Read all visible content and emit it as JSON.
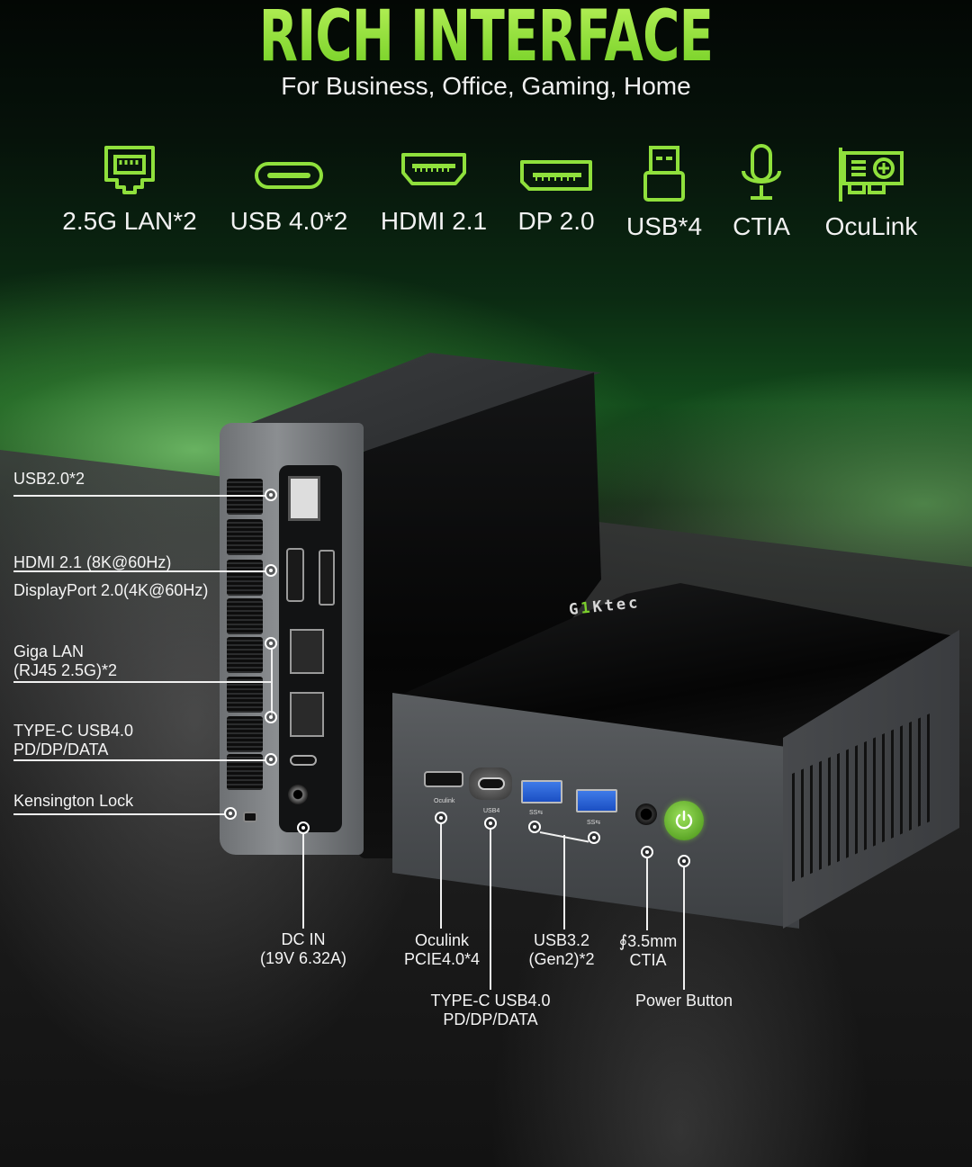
{
  "header": {
    "title": "RICH INTERFACE",
    "subtitle": "For Business, Office, Gaming, Home"
  },
  "colors": {
    "accent_green": "#8fe03c",
    "background": "#0b0d0b",
    "usb3_blue": "#2f66d8",
    "power_button_green": "#6cbb2f"
  },
  "features": [
    {
      "icon": "ethernet-port-icon",
      "label": "2.5G LAN*2"
    },
    {
      "icon": "usb-c-port-icon",
      "label": "USB 4.0*2"
    },
    {
      "icon": "hdmi-port-icon",
      "label": "HDMI 2.1"
    },
    {
      "icon": "displayport-icon",
      "label": "DP 2.0"
    },
    {
      "icon": "usb-a-plug-icon",
      "label": "USB*4"
    },
    {
      "icon": "microphone-icon",
      "label": "CTIA"
    },
    {
      "icon": "pcie-card-icon",
      "label": "OcuLink"
    }
  ],
  "device": {
    "brand": {
      "pre": "G",
      "one": "1",
      "post": "Ktec"
    },
    "front_port_labels": {
      "oculink": "Oculink",
      "usb4": "USB4",
      "ss1": "SS⇆",
      "ss2": "SS⇆"
    }
  },
  "callouts_left": [
    {
      "line1": "USB2.0*2"
    },
    {
      "line1": "HDMI 2.1 (8K@60Hz)",
      "line2": "DisplayPort 2.0(4K@60Hz)"
    },
    {
      "line1": "Giga LAN",
      "line2": "(RJ45 2.5G)*2"
    },
    {
      "line1": "TYPE-C USB4.0",
      "line2": "PD/DP/DATA"
    },
    {
      "line1": "Kensington Lock"
    }
  ],
  "callouts_bottom": [
    {
      "line1": "DC IN",
      "line2": "(19V 6.32A)"
    },
    {
      "line1": "Oculink",
      "line2": "PCIE4.0*4"
    },
    {
      "line1": "TYPE-C USB4.0",
      "line2": "PD/DP/DATA"
    },
    {
      "line1": "USB3.2",
      "line2": "(Gen2)*2"
    },
    {
      "line1": "∮3.5mm",
      "line2": "CTIA"
    },
    {
      "line1": "Power Button"
    }
  ]
}
